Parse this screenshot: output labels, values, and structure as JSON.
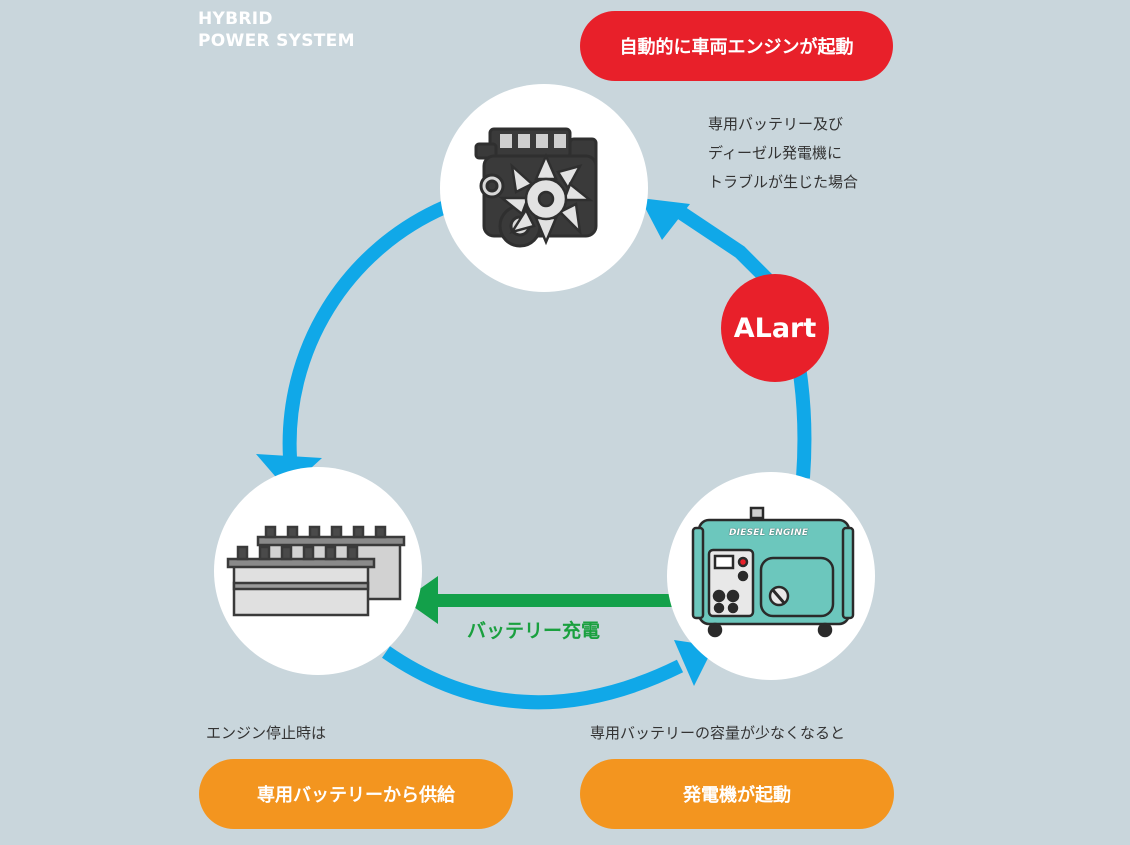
{
  "brand": {
    "line1": "HYBRID",
    "line2": "POWER SYSTEM"
  },
  "top_pill": "自動的に車両エンジンが起動",
  "trouble_note": [
    "専用バッテリー及び",
    "ディーゼル発電機に",
    "トラブルが生じた場合"
  ],
  "alert_label": "ALart",
  "charge_label": "バッテリー充電",
  "generator_plate": "DIESEL ENGINE",
  "left_note": "エンジン停止時は",
  "left_pill": "専用バッテリーから供給",
  "right_note": "専用バッテリーの容量が少なくなると",
  "right_pill": "発電機が起動",
  "colors": {
    "cycle_arrow": "#10a8e8",
    "charge_arrow": "#13a04a",
    "alert": "#e8202a",
    "orange": "#f3951f",
    "background": "#c9d6dc",
    "generator": "#6cc7bd"
  },
  "icons": [
    "engine-icon",
    "battery-icon",
    "generator-icon"
  ]
}
